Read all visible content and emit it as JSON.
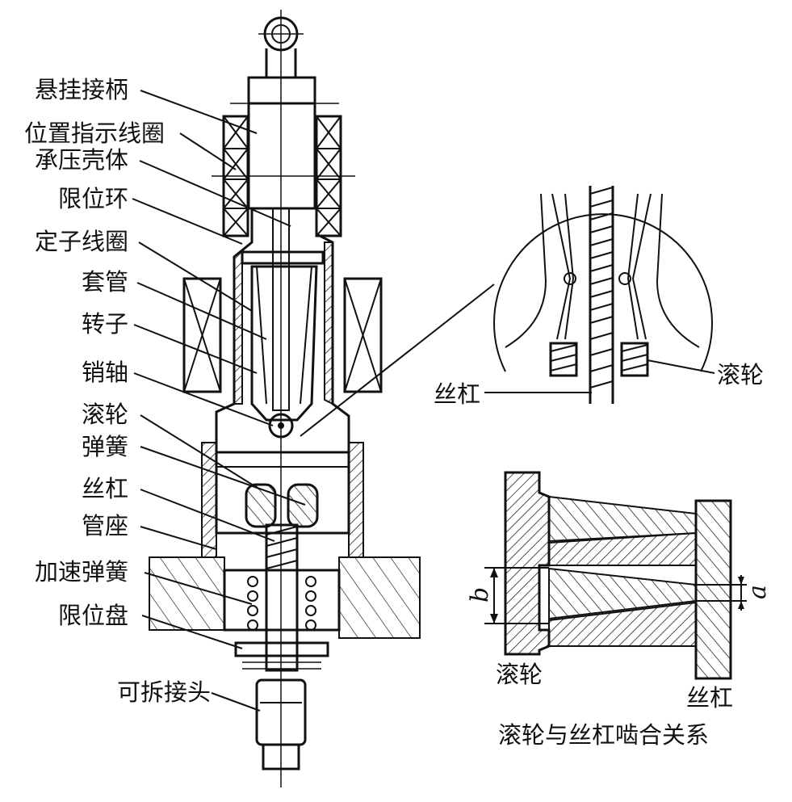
{
  "left_labels": [
    {
      "id": "hanger",
      "text": "悬挂接柄"
    },
    {
      "id": "pos_coil",
      "text": "位置指示线圈"
    },
    {
      "id": "housing",
      "text": "承压壳体"
    },
    {
      "id": "stop_ring",
      "text": "限位环"
    },
    {
      "id": "stator",
      "text": "定子线圈"
    },
    {
      "id": "sleeve",
      "text": "套管"
    },
    {
      "id": "rotor",
      "text": "转子"
    },
    {
      "id": "pin",
      "text": "销轴"
    },
    {
      "id": "roller",
      "text": "滚轮"
    },
    {
      "id": "spring",
      "text": "弹簧"
    },
    {
      "id": "screw",
      "text": "丝杠"
    },
    {
      "id": "base",
      "text": "管座"
    },
    {
      "id": "acc_spring",
      "text": "加速弹簧"
    },
    {
      "id": "stop_disc",
      "text": "限位盘"
    },
    {
      "id": "joint",
      "text": "可拆接头"
    }
  ],
  "detail": {
    "roller_label": "滚轮",
    "screw_label": "丝杠"
  },
  "engagement": {
    "roller_label": "滚轮",
    "screw_label": "丝杠",
    "dim_b": "b",
    "dim_a": "a",
    "caption": "滚轮与丝杠啮合关系"
  }
}
